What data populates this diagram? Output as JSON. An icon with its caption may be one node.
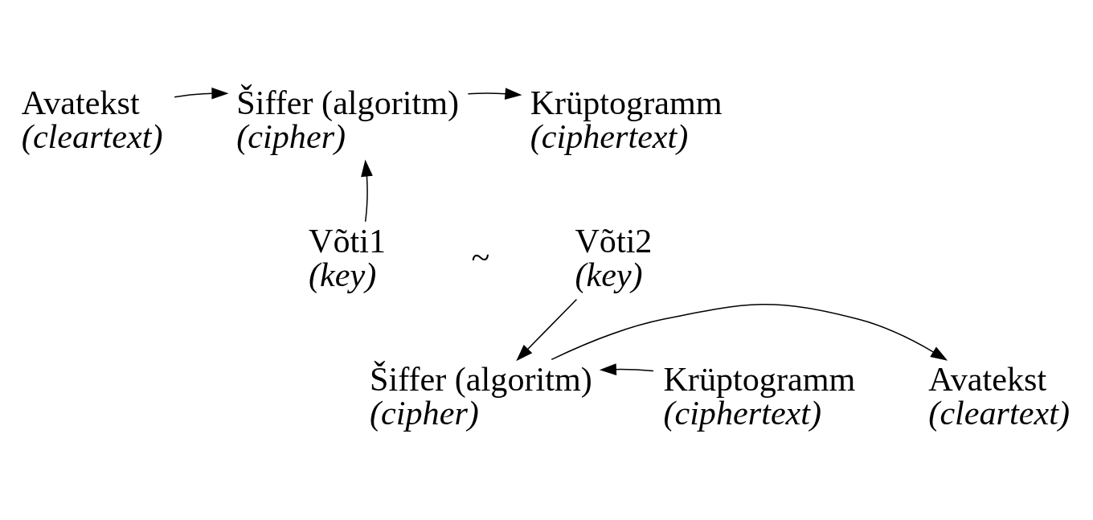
{
  "diagram": {
    "nodes": [
      {
        "text": [
          "Avatekst",
          "(cleartext)"
        ]
      },
      {
        "text": [
          "Šiffer (algoritm)",
          "(cipher)"
        ]
      },
      {
        "text": [
          "Krüptogramm",
          "(ciphertext)"
        ]
      },
      {
        "text": [
          "Võti1",
          "(key)"
        ]
      },
      {
        "text": [
          "Võti2",
          "(key)"
        ]
      },
      {
        "text": [
          "Avatekst",
          "(cleartext)"
        ]
      },
      {
        "text": [
          "Šiffer (algoritm)",
          "(cipher)"
        ]
      },
      {
        "text": [
          "Krüptogramm",
          "(ciphertext)"
        ]
      }
    ],
    "edges": [
      {
        "from": 0,
        "to": 1,
        "arrow": "to"
      },
      {
        "from": 1,
        "to": 2,
        "arrow": "to"
      },
      {
        "from": 3,
        "to": 1,
        "arrow": "to"
      },
      {
        "from": 4,
        "to": 6,
        "arrow": "to"
      },
      {
        "from": 7,
        "to": 6,
        "arrow": "to"
      },
      {
        "from": 6,
        "to": 5,
        "arrow": "to"
      }
    ],
    "labels": [
      "~"
    ]
  }
}
